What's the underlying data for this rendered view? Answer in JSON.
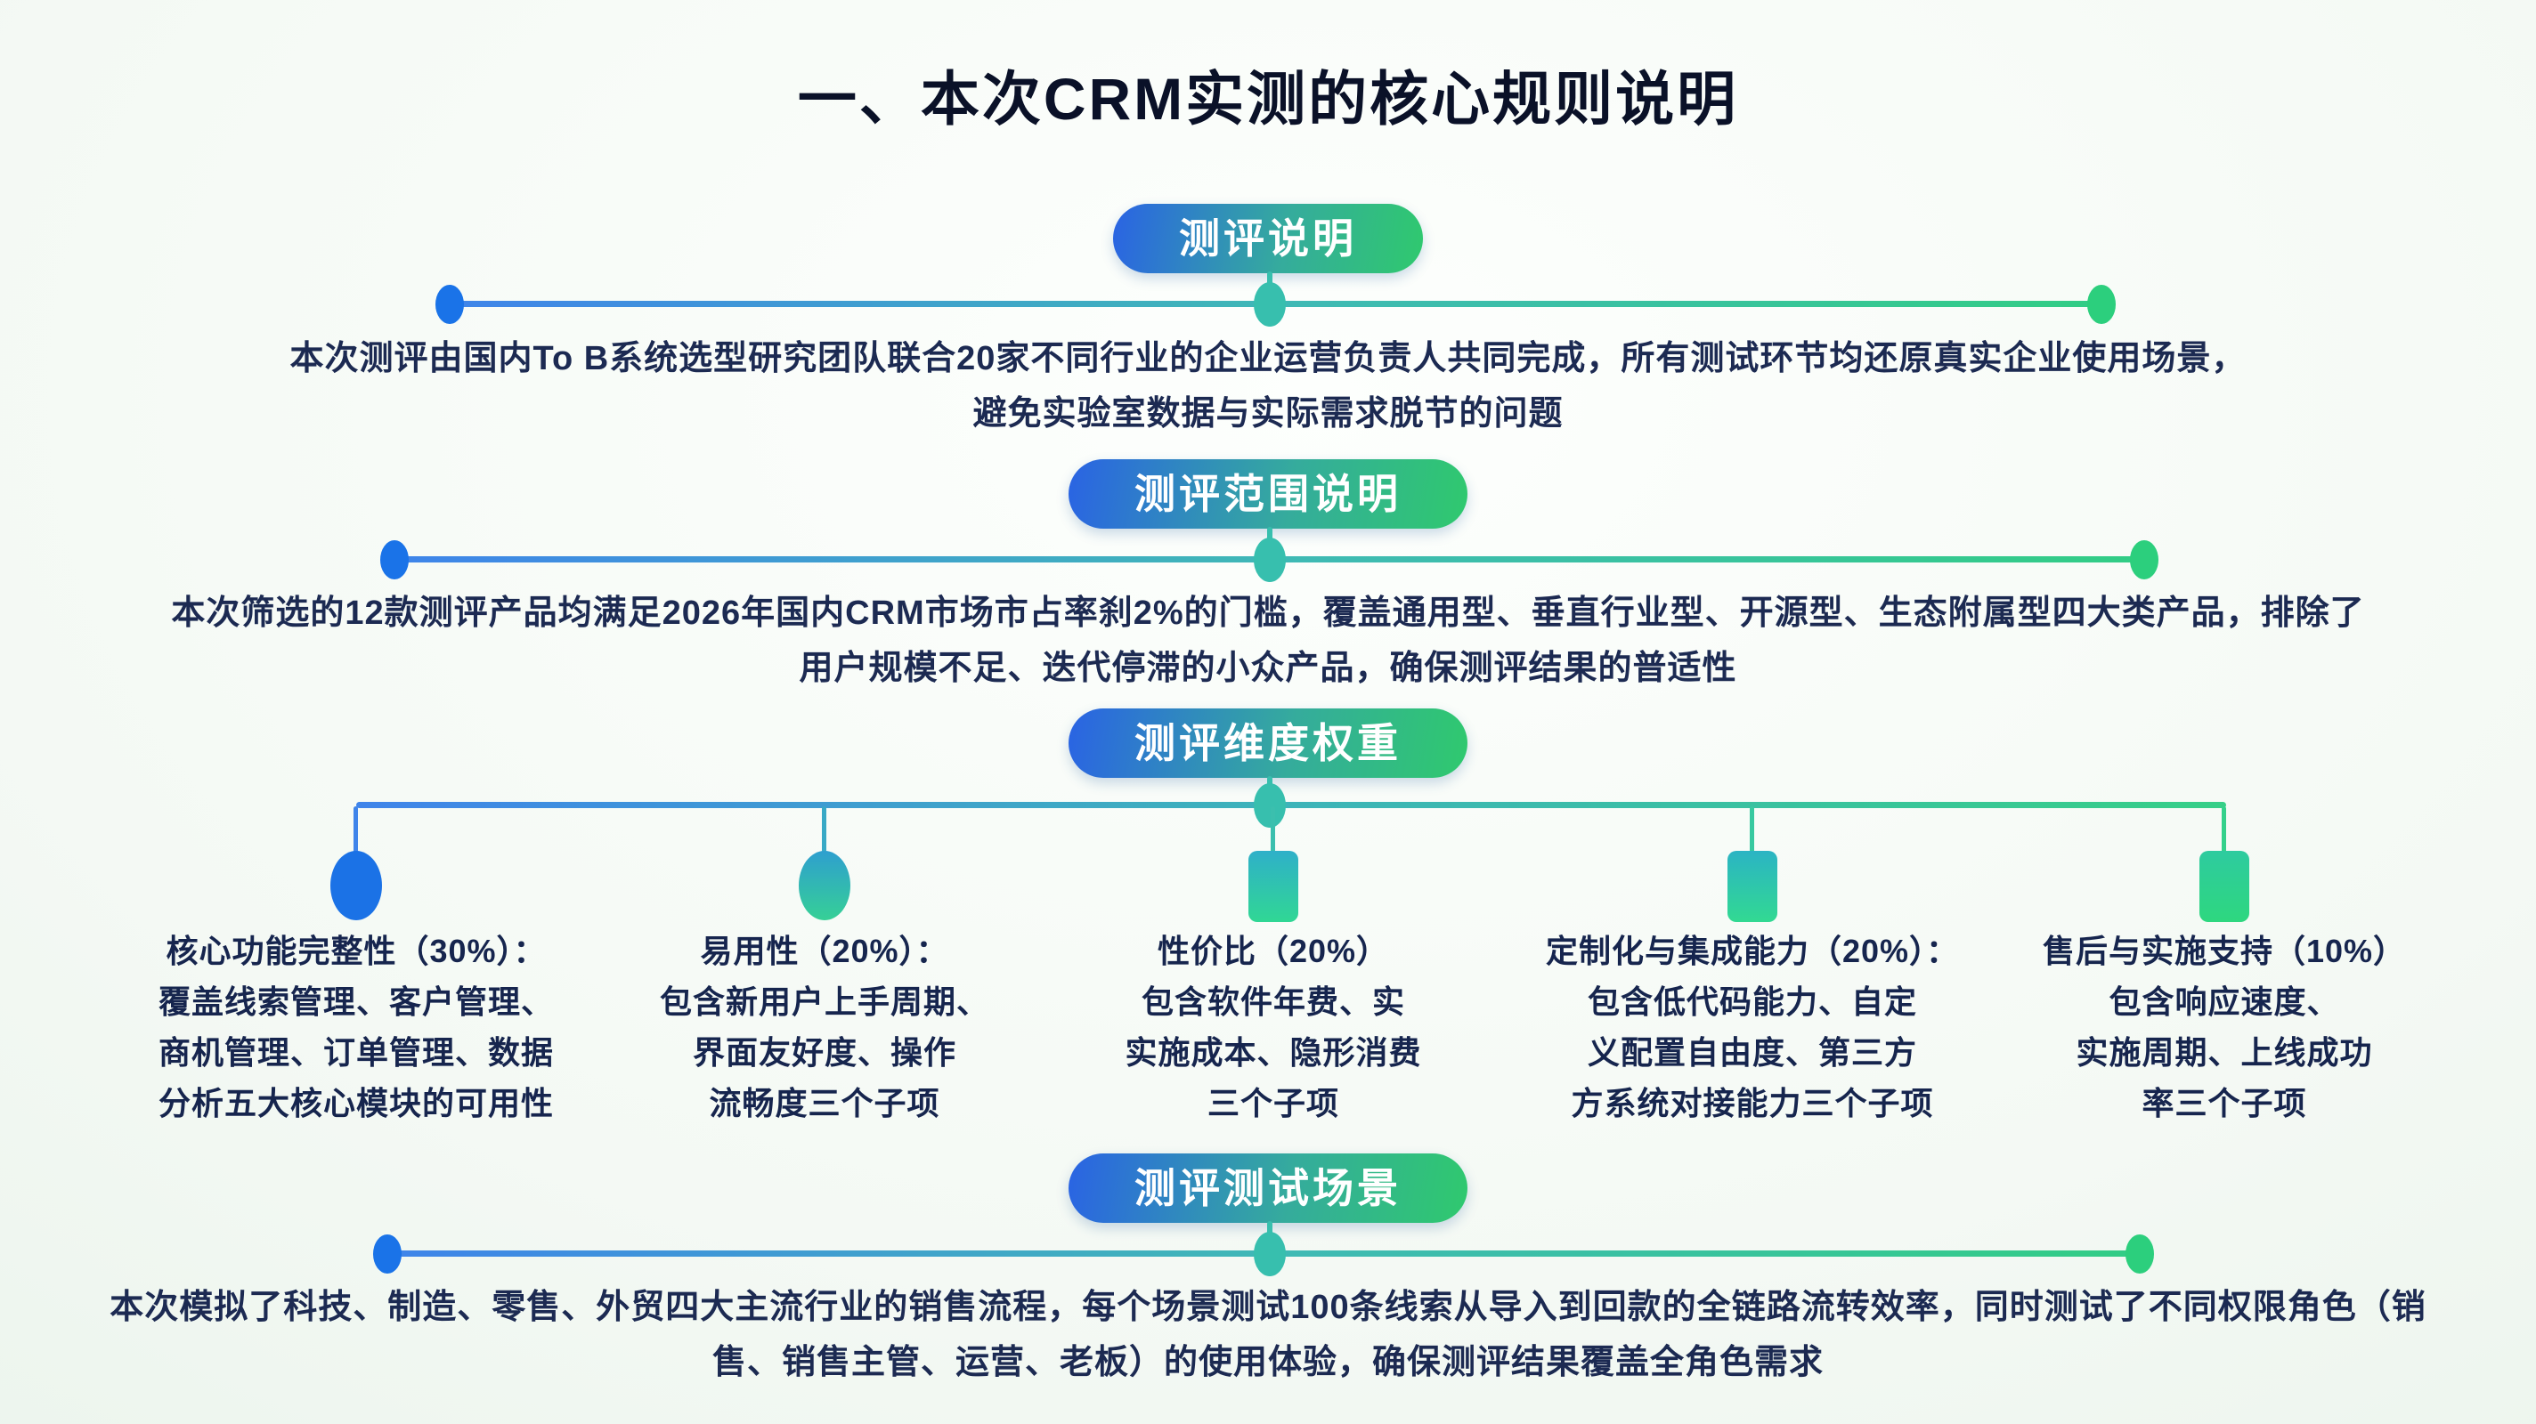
{
  "title": "一、本次CRM实测的核心规则说明",
  "colors": {
    "pill_gradient_start": "#2a63e4",
    "pill_gradient_end": "#2fc96e",
    "line_blue": "#3f84ea",
    "line_teal": "#3fbab4",
    "line_green": "#32cd85",
    "dot_blue": "#1a73e8",
    "dot_teal": "#37bfae",
    "dot_green": "#2ccf7d",
    "title_text": "#0a1128",
    "body_text": "#1c2a52",
    "pill_text": "#ffffff"
  },
  "sections": {
    "s1": {
      "pill": "测评说明",
      "line1": "本次测评由国内To B系统选型研究团队联合20家不同行业的企业运营负责人共同完成，所有测试环节均还原真实企业使用场景，",
      "line2": "避免实验室数据与实际需求脱节的问题"
    },
    "s2": {
      "pill": "测评范围说明",
      "line1": "本次筛选的12款测评产品均满足2026年国内CRM市场市占率刹2%的门槛，覆盖通用型、垂直行业型、开源型、生态附属型四大类产品，排除了",
      "line2": "用户规模不足、迭代停滞的小众产品，确保测评结果的普适性"
    },
    "s3": {
      "pill": "测评维度权重",
      "cols": [
        {
          "lines": [
            "核心功能完整性（30%）：",
            "覆盖线索管理、客户管理、",
            "商机管理、订单管理、数据",
            "分析五大核心模块的可用性"
          ]
        },
        {
          "lines": [
            "易用性（20%）：",
            "包含新用户上手周期、",
            "界面友好度、操作",
            "流畅度三个子项"
          ]
        },
        {
          "lines": [
            "性价比（20%）",
            "包含软件年费、实",
            "实施成本、隐形消费",
            "三个子项"
          ]
        },
        {
          "lines": [
            "定制化与集成能力（20%）：",
            "包含低代码能力、自定",
            "义配置自由度、第三方",
            "方系统对接能力三个子项"
          ]
        },
        {
          "lines": [
            "售后与实施支持（10%）",
            "包含响应速度、",
            "实施周期、上线成功",
            "率三个子项"
          ]
        }
      ]
    },
    "s4": {
      "pill": "测评测试场景",
      "line1": "本次模拟了科技、制造、零售、外贸四大主流行业的销售流程，每个场景测试100条线索从导入到回款的全链路流转效率，同时测试了不同权限角色（销",
      "line2": "售、销售主管、运营、老板）的使用体验，确保测评结果覆盖全角色需求"
    }
  }
}
